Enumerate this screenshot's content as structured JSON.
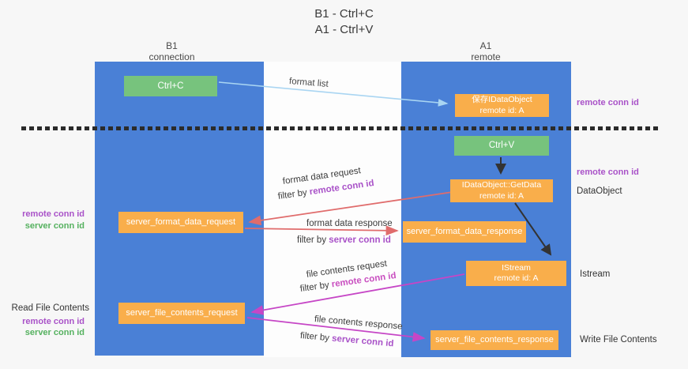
{
  "title": {
    "line1": "B1 - Ctrl+C",
    "line2": "A1 - Ctrl+V"
  },
  "columns": {
    "left": {
      "title": "B1",
      "subtitle": "connection"
    },
    "right": {
      "title": "A1",
      "subtitle": "remote"
    }
  },
  "boxes": {
    "ctrl_c": "Ctrl+C",
    "save_idataobject": {
      "line1": "保存IDataObject",
      "line2": "remote id: A"
    },
    "ctrl_v": "Ctrl+V",
    "getdata": {
      "line1": "IDataObject::GetData",
      "line2": "remote id: A"
    },
    "format_request": "server_format_data_request",
    "format_response": "server_format_data_response",
    "istream": {
      "line1": "IStream",
      "line2": "remote id: A"
    },
    "file_request": "server_file_contents_request",
    "file_response": "server_file_contents_response"
  },
  "arrow_labels": {
    "format_list": "format list",
    "format_data_request": "format data request",
    "filter_fmt_req_prefix": "filter by ",
    "filter_fmt_req_key": "remote conn id",
    "format_data_response": "format data response",
    "filter_fmt_res_prefix": "filter by ",
    "filter_fmt_res_key": "server conn id",
    "file_contents_request": "file contents request",
    "filter_file_req_prefix": "filter by ",
    "filter_file_req_key": "remote conn id",
    "file_contents_response": "file contents response",
    "filter_file_res_prefix": "filter by ",
    "filter_file_res_key": "server conn id"
  },
  "side_labels": {
    "right_top_remote_conn": "remote conn id",
    "right_mid_remote_conn": "remote conn id",
    "dataobject": "DataObject",
    "istream": "Istream",
    "write_file_contents": "Write File Contents",
    "left_remote_conn": "remote conn id",
    "left_server_conn": "server conn id",
    "read_file_contents": "Read File Contents",
    "left_bottom_remote_conn": "remote conn id",
    "left_bottom_server_conn": "server conn id"
  },
  "colors": {
    "column_blue": "#4a80d6",
    "box_orange": "#f9ae4b",
    "box_green": "#77c37d",
    "arrow_light_blue": "#a9d5f2",
    "arrow_red": "#e06c6c",
    "arrow_magenta": "#c646c6",
    "arrow_black": "#333333",
    "text_purple": "#a952c8",
    "text_green": "#55b15f"
  }
}
